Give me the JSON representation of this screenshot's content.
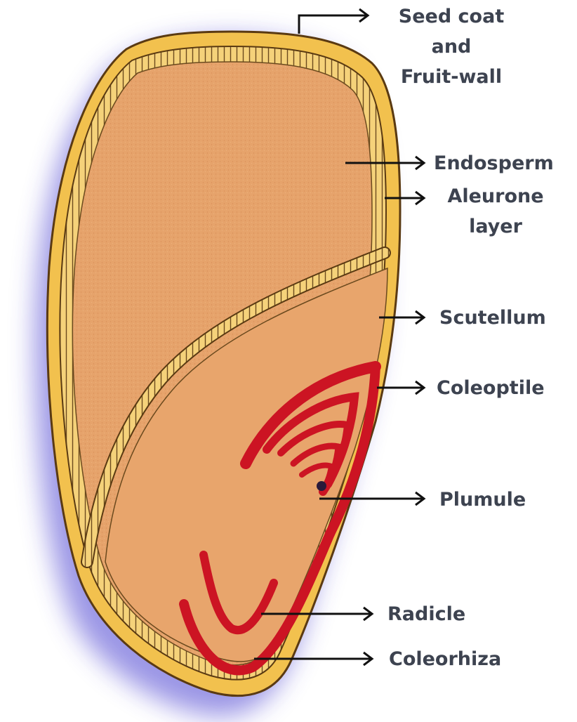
{
  "title": "",
  "labels": {
    "seed_coat": [
      "Seed coat",
      "and",
      "Fruit-wall"
    ],
    "endosperm": [
      "Endosperm"
    ],
    "aleurone": [
      "Aleurone",
      "layer"
    ],
    "scutellum": [
      "Scutellum"
    ],
    "coleoptile": [
      "Coleoptile"
    ],
    "plumule": [
      "Plumule"
    ],
    "radicle": [
      "Radicle"
    ],
    "coleorhiza": [
      "Coleorhiza"
    ]
  },
  "colors": {
    "label_text": "#3d4350",
    "endosperm_fill": "#e5a26a",
    "seed_coat": "#f2c14e",
    "embryo_red": "#cc1423",
    "shadow": "#4a3fd0"
  }
}
